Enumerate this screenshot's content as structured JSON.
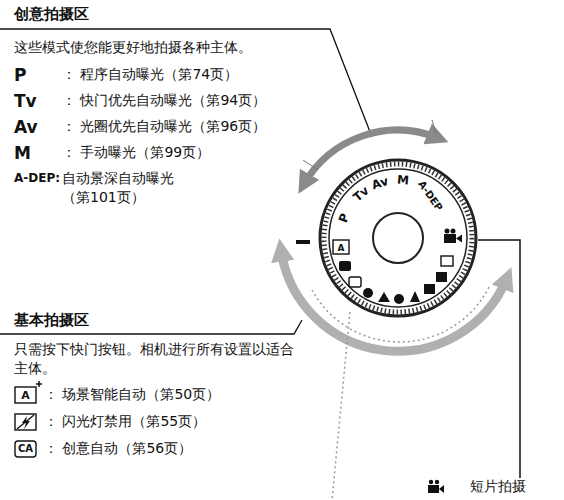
{
  "diagram": {
    "labels": [
      "创意拍摄区",
      "这些模式使您能更好地拍摄各种主体。",
      "P",
      "： 程序自动曝光（第74页）",
      "Tv",
      "： 快门优先自动曝光（第94页）",
      "Av",
      "： 光圈优先自动曝光（第96页）",
      "M",
      "： 手动曝光（第99页）",
      "A-DEP:",
      "自动景深自动曝光 （第101页）",
      "基本拍摄区",
      "只需按下快门按钮。相机进行所有设置以适合主体。",
      "A",
      "： 场景智能自动（第50页）",
      "： 闪光灯禁用（第55页）",
      "CA",
      "： 创意自动（第56页）",
      "短片拍摄",
      "P",
      "Tv",
      "Av",
      "M",
      "A-DEP",
      "A"
    ]
  }
}
